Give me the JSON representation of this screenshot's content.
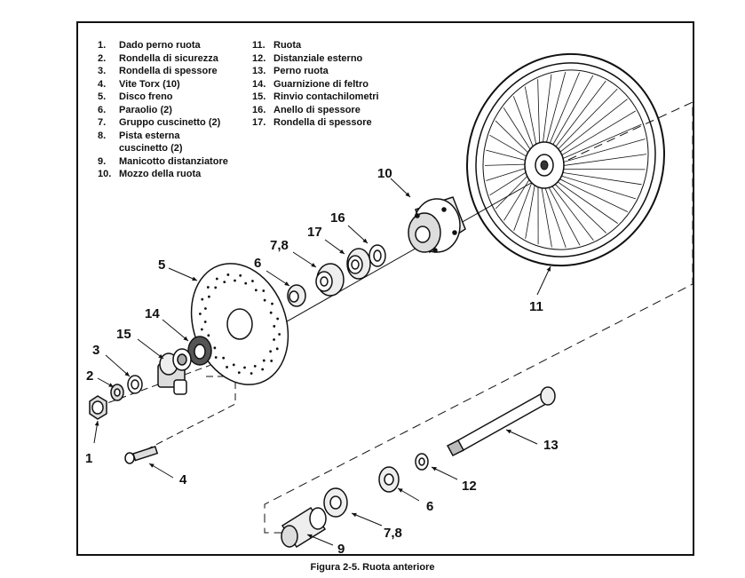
{
  "legend": {
    "left": [
      {
        "num": "1.",
        "text": "Dado perno ruota"
      },
      {
        "num": "2.",
        "text": "Rondella di sicurezza"
      },
      {
        "num": "3.",
        "text": "Rondella di spessore"
      },
      {
        "num": "4.",
        "text": "Vite Torx (10)"
      },
      {
        "num": "5.",
        "text": "Disco freno"
      },
      {
        "num": "6.",
        "text": "Paraolio (2)"
      },
      {
        "num": "7.",
        "text": "Gruppo cuscinetto (2)"
      },
      {
        "num": "8.",
        "text": "Pista esterna"
      },
      {
        "num": "",
        "text": "cuscinetto (2)"
      },
      {
        "num": "9.",
        "text": "Manicotto distanziatore"
      },
      {
        "num": "10.",
        "text": "Mozzo della ruota"
      }
    ],
    "right": [
      {
        "num": "11.",
        "text": "Ruota"
      },
      {
        "num": "12.",
        "text": "Distanziale esterno"
      },
      {
        "num": "13.",
        "text": "Perno ruota"
      },
      {
        "num": "14.",
        "text": "Guarnizione di feltro"
      },
      {
        "num": "15.",
        "text": "Rinvio contachilometri"
      },
      {
        "num": "16.",
        "text": "Anello di spessore"
      },
      {
        "num": "17.",
        "text": "Rondella di spessore"
      }
    ]
  },
  "callouts": {
    "c1": "1",
    "c2": "2",
    "c3": "3",
    "c4": "4",
    "c5": "5",
    "c6a": "6",
    "c78a": "7,8",
    "c17": "17",
    "c16": "16",
    "c10": "10",
    "c11": "11",
    "c14": "14",
    "c15": "15",
    "c13": "13",
    "c12": "12",
    "c6b": "6",
    "c78b": "7,8",
    "c9": "9"
  },
  "caption": "Figura 2-5. Ruota anteriore"
}
